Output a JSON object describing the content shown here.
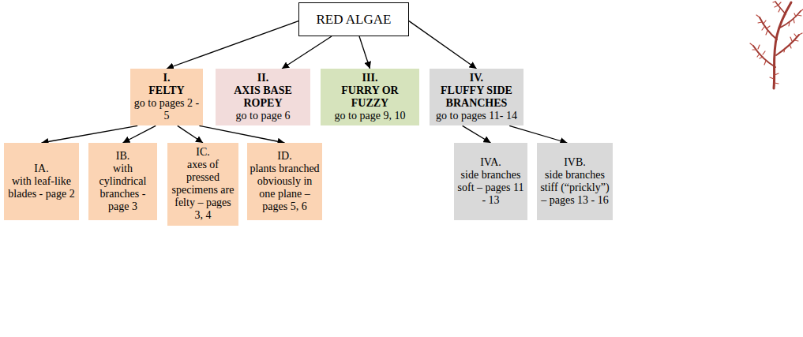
{
  "diagram": {
    "nodes": [
      {
        "text": [
          "RED ALGAE"
        ]
      },
      {
        "text": [
          "I.",
          "FELTY",
          "go to pages 2 - 5"
        ]
      },
      {
        "text": [
          "II.",
          "AXIS BASE ROPEY",
          "go to page 6"
        ]
      },
      {
        "text": [
          "III.",
          "FURRY OR FUZZY",
          "go to page 9, 10"
        ]
      },
      {
        "text": [
          "IV.",
          "FLUFFY SIDE BRANCHES",
          "go to pages 11- 14"
        ]
      },
      {
        "text": [
          "IA.",
          "with leaf-like blades - page 2"
        ]
      },
      {
        "text": [
          "IB.",
          "with cylindrical branches - page 3"
        ]
      },
      {
        "text": [
          "IC.",
          "axes of pressed specimens are felty – pages 3, 4"
        ]
      },
      {
        "text": [
          "ID.",
          "plants branched obviously in one plane – pages 5, 6"
        ]
      },
      {
        "text": [
          "IVA.",
          "side branches soft – pages 11 - 13"
        ]
      },
      {
        "text": [
          "IVB.",
          "side branches stiff (“prickly”) – pages 13 - 16"
        ]
      }
    ],
    "edges": [
      {
        "from": 0,
        "to": 1,
        "arrow": "to"
      },
      {
        "from": 0,
        "to": 2,
        "arrow": "to"
      },
      {
        "from": 0,
        "to": 3,
        "arrow": "to"
      },
      {
        "from": 0,
        "to": 4,
        "arrow": "to"
      },
      {
        "from": 1,
        "to": 5,
        "arrow": "to"
      },
      {
        "from": 1,
        "to": 6,
        "arrow": "to"
      },
      {
        "from": 1,
        "to": 7,
        "arrow": "to"
      },
      {
        "from": 1,
        "to": 8,
        "arrow": "to"
      },
      {
        "from": 4,
        "to": 9,
        "arrow": "to"
      },
      {
        "from": 4,
        "to": 10,
        "arrow": "to"
      }
    ]
  }
}
